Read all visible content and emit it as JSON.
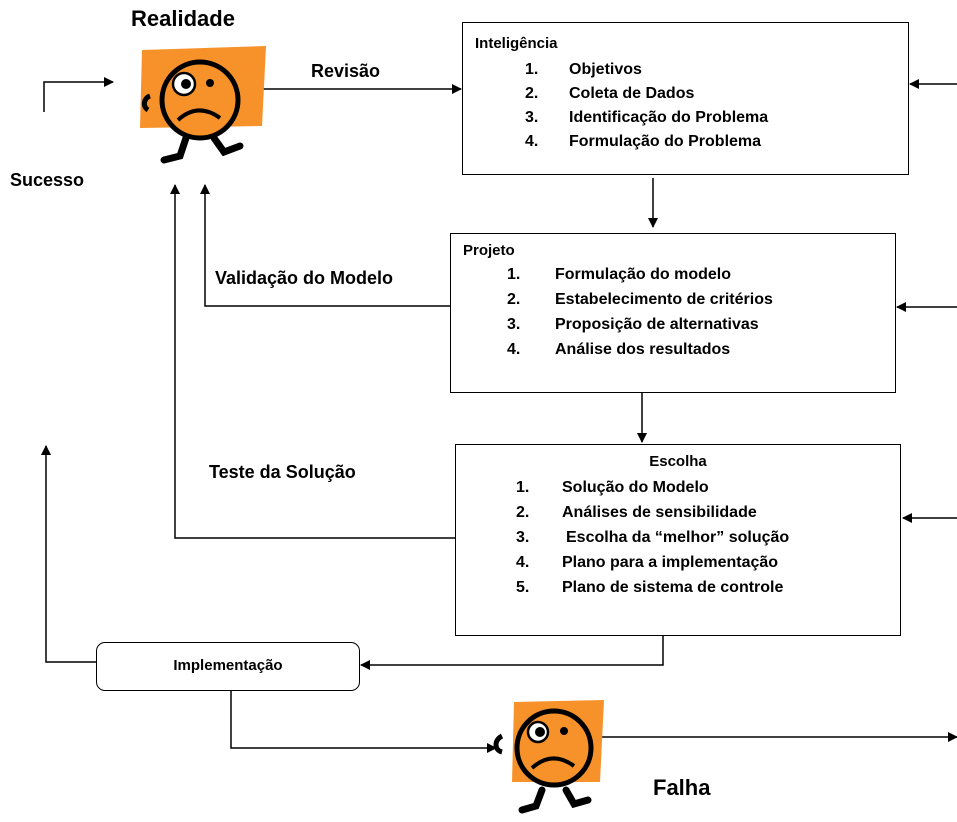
{
  "labels": {
    "realidade": "Realidade",
    "sucesso": "Sucesso",
    "revisao": "Revisão",
    "validacao": "Validação do Modelo",
    "teste": "Teste da Solução",
    "falha": "Falha"
  },
  "inteligencia": {
    "title": "Inteligência",
    "items": [
      {
        "num": "1.",
        "text": "Objetivos"
      },
      {
        "num": "2.",
        "text": "Coleta de Dados"
      },
      {
        "num": "3.",
        "text": "Identificação do Problema"
      },
      {
        "num": "4.",
        "text": "Formulação do Problema"
      }
    ]
  },
  "projeto": {
    "title": "Projeto",
    "items": [
      {
        "num": "1.",
        "text": "Formulação do modelo"
      },
      {
        "num": "2.",
        "text": "Estabelecimento de critérios"
      },
      {
        "num": "3.",
        "text": "Proposição de alternativas"
      },
      {
        "num": "4.",
        "text": "Análise dos resultados"
      }
    ]
  },
  "escolha": {
    "title": "Escolha",
    "items": [
      {
        "num": "1.",
        "text": "Solução do Modelo"
      },
      {
        "num": "2.",
        "text": "Análises de sensibilidade"
      },
      {
        "num": "3.",
        "text": "Escolha da “melhor” solução"
      },
      {
        "num": "4.",
        "text": "Plano para a implementação"
      },
      {
        "num": "5.",
        "text": "Plano de sistema de controle"
      }
    ]
  },
  "implementacao": {
    "label": "Implementação"
  },
  "colors": {
    "face_orange": "#f7922a",
    "line": "#000000",
    "background": "#ffffff"
  },
  "icons": {
    "realidade_figure": "worried-face-figure",
    "falha_figure": "worried-face-figure"
  }
}
